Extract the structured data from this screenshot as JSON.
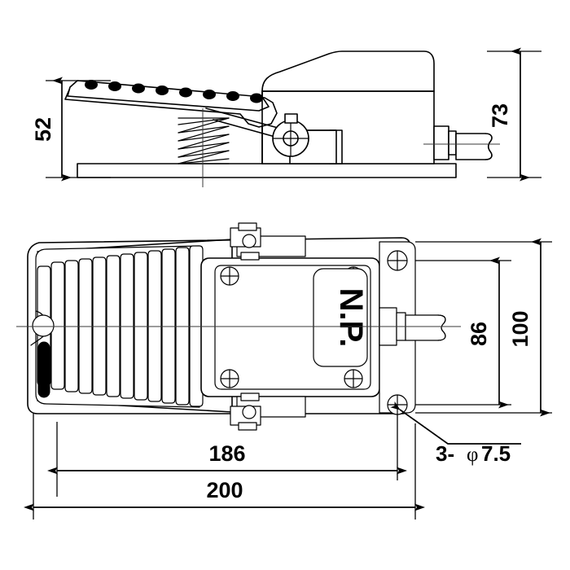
{
  "drawing": {
    "title": "Foot Switch Dimensional Drawing",
    "background_color": "#ffffff",
    "line_color": "#000000",
    "units": "mm",
    "views": [
      {
        "name": "side-elevation",
        "label": ""
      },
      {
        "name": "plan-view",
        "label": ""
      }
    ]
  },
  "nameplate": {
    "text": "N.P.",
    "orientation": "rotated-90"
  },
  "dimensions": {
    "pedal_height": {
      "value": "52",
      "orientation": "vertical",
      "view": "side-elevation"
    },
    "overall_height": {
      "value": "73",
      "orientation": "vertical",
      "view": "side-elevation"
    },
    "hole_spacing_width": {
      "value": "86",
      "orientation": "vertical",
      "view": "plan-view"
    },
    "overall_width": {
      "value": "100",
      "orientation": "vertical",
      "view": "plan-view"
    },
    "hole_spacing_length": {
      "value": "186",
      "orientation": "horizontal",
      "view": "plan-view"
    },
    "overall_length": {
      "value": "200",
      "orientation": "horizontal",
      "view": "plan-view"
    }
  },
  "annotations": {
    "mounting_holes": {
      "count_prefix": "3-",
      "diameter_symbol": "φ",
      "diameter_value": "7.5",
      "full_text": "3- φ 7.5"
    }
  },
  "features": {
    "tread_bump_count": 10,
    "pedal_rib_count": 12,
    "mounting_hole_count": 3,
    "cover_screw_count": 4,
    "spring_coil_count": 6
  }
}
